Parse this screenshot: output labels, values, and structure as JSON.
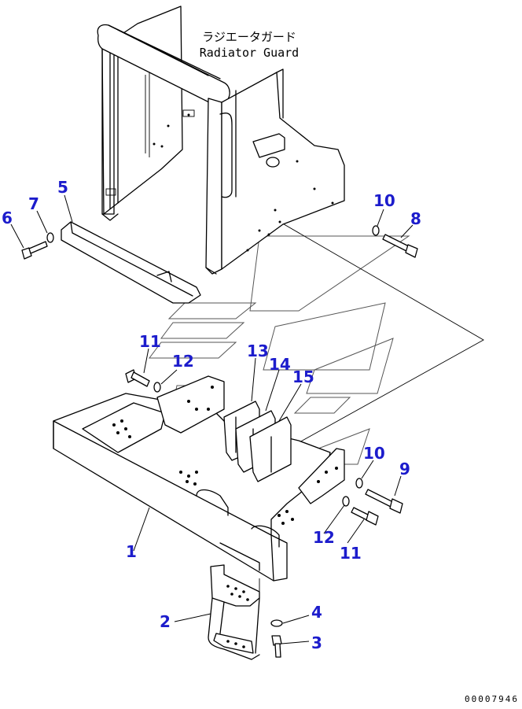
{
  "title_jp": "ラジエータガード",
  "title_en": "Radiator Guard",
  "drawing_code": "00007946",
  "callouts": [
    "1",
    "2",
    "3",
    "4",
    "5",
    "6",
    "7",
    "8",
    "9",
    "10",
    "10",
    "11",
    "11",
    "12",
    "12",
    "13",
    "14",
    "15"
  ]
}
